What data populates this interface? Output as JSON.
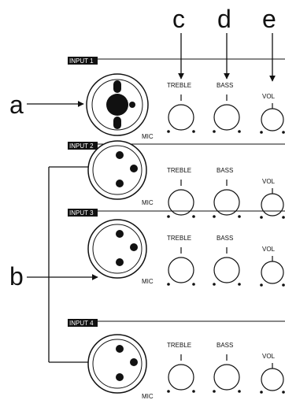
{
  "callouts": {
    "a": "a",
    "b": "b",
    "c": "c",
    "d": "d",
    "e": "e"
  },
  "channels": [
    {
      "tag": "INPUT 1",
      "connector": "combo-xlr-trs",
      "mic_label": "MIC",
      "knobs": [
        "TREBLE",
        "BASS",
        "VOL"
      ]
    },
    {
      "tag": "INPUT 2",
      "connector": "xlr",
      "mic_label": "MIC",
      "knobs": [
        "TREBLE",
        "BASS",
        "VOL"
      ]
    },
    {
      "tag": "INPUT 3",
      "connector": "xlr",
      "mic_label": "MIC",
      "knobs": [
        "TREBLE",
        "BASS",
        "VOL"
      ]
    },
    {
      "tag": "INPUT 4",
      "connector": "xlr",
      "mic_label": "MIC",
      "knobs": [
        "TREBLE",
        "BASS",
        "VOL"
      ]
    }
  ]
}
